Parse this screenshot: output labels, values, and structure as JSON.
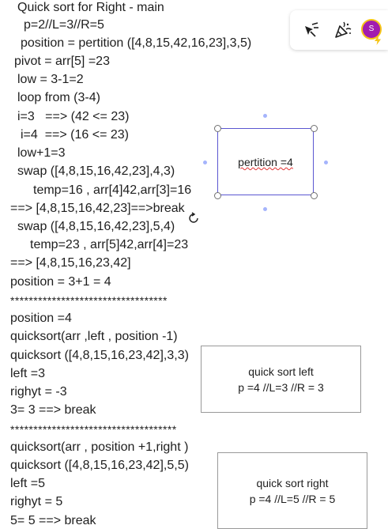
{
  "notes": [
    "Quick sort for Right - main",
    "p=2//L=3//R=5",
    "position = pertition ([4,8,15,42,16,23],3,5)",
    "pivot = arr[5] =23",
    "low = 3-1=2",
    "loop from (3-4)",
    "i=3   ==> (42 <= 23)",
    "i=4  ==> (16 <= 23)",
    "low+1=3",
    "swap ([4,8,15,16,42,23],4,3)",
    "temp=16 , arr[4]42,arr[3]=16",
    "==> [4,8,15,16,42,23]==>break",
    "swap ([4,8,15,16,42,23],5,4)",
    "temp=23 , arr[5]42,arr[4]=23",
    "==> [4,8,15,16,23,42]",
    "position = 3+1 = 4",
    "**********************************",
    "position =4",
    "quicksort(arr ,left , position -1)",
    "quicksort ([4,8,15,16,23,42],3,3)",
    "left =3",
    "righyt = -3",
    "3= 3 ==> break",
    "************************************",
    "quicksort(arr , position +1,right )",
    "quicksort ([4,8,15,16,23,42],5,5)",
    "left =5",
    "righyt = 5",
    "5= 5 ==> break"
  ],
  "selected_shape": {
    "text": "pertition =4"
  },
  "box_left": {
    "line1": "quick sort left",
    "line2": "p =4 //L=3 //R = 3"
  },
  "box_right": {
    "line1": "quick sort right",
    "line2": "p =4 //L=5 //R = 5"
  },
  "toolbar": {
    "laser_icon": "laser-pointer-icon",
    "celebrate_icon": "party-popper-icon",
    "avatar_initial": "S"
  },
  "colors": {
    "selection": "#5b57d1",
    "avatar": "#a21caf",
    "avatar_ring": "#f5c518"
  }
}
